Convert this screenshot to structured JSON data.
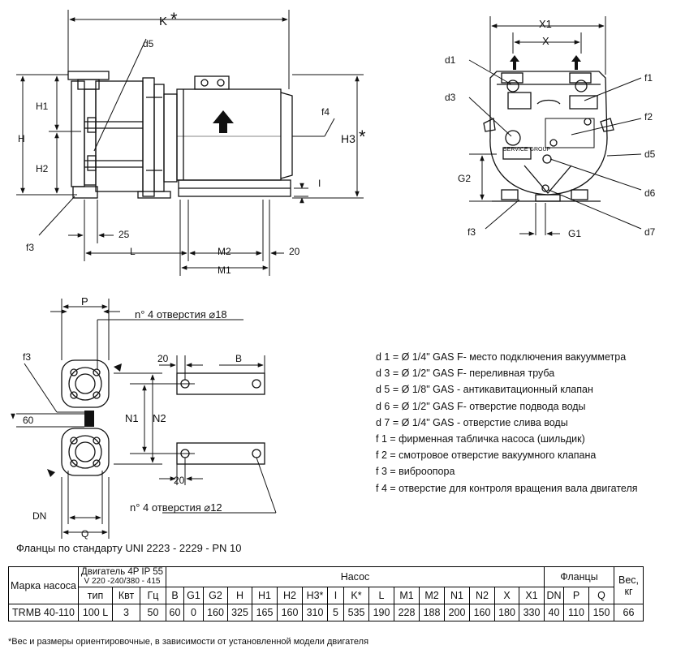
{
  "labels": {
    "K": "K",
    "asterisk": "*",
    "d5": "d5",
    "H1": "H1",
    "H": "H",
    "H2": "H2",
    "H3": "H3",
    "f4": "f4",
    "I": "I",
    "f3": "f3",
    "n25": "25",
    "L": "L",
    "M2": "M2",
    "M1": "M1",
    "n20": "20",
    "X1": "X1",
    "X": "X",
    "d1": "d1",
    "d3": "d3",
    "f1": "f1",
    "f2": "f2",
    "d6": "d6",
    "G2": "G2",
    "G1": "G1",
    "d7": "d7",
    "plate_text": "SERVICE GROUP",
    "P": "P",
    "holes_large": "n° 4  отверстия  ⌀18",
    "f3b": "f3",
    "n60": "60",
    "N1": "N1",
    "N2": "N2",
    "B": "B",
    "n20a": "20",
    "n20b": "20",
    "DN": "DN",
    "Q": "Q",
    "holes_small": "n° 4  отверстия  ⌀12"
  },
  "legend": [
    "d 1 = Ø 1/4\" GAS F- место подключения вакуумметра",
    "d 3 = Ø 1/2\" GAS F- переливная труба",
    "d 5 = Ø 1/8\" GAS - антикавитационный клапан",
    "d 6 = Ø 1/2\" GAS F- отверстие подвода воды",
    "d 7 = Ø 1/4\" GAS - отверстие слива воды",
    "f 1 = фирменная табличка насоса (шильдик)",
    "f 2 = смотровое отверстие вакуумного клапана",
    "f 3 = виброопора",
    "f 4 = отверстие для контроля вращения вала двигателя"
  ],
  "flange_note": "Фланцы по стандарту UNI 2223 - 2229 - PN 10",
  "table": {
    "brand_header": "Марка насоса",
    "motor_header": "Двигатель 4P IP 55",
    "motor_voltage": "V 220 -240/380 - 415",
    "pump_header": "Насос",
    "flanges_header": "Фланцы",
    "weight_header": "Вес, кг",
    "sub_headers": [
      "тип",
      "Квт",
      "Гц",
      "B",
      "G1",
      "G2",
      "H",
      "H1",
      "H2",
      "H3*",
      "I",
      "K*",
      "L",
      "M1",
      "M2",
      "N1",
      "N2",
      "X",
      "X1",
      "DN",
      "P",
      "Q"
    ],
    "row": [
      "TRMB 40-110",
      "100 L",
      "3",
      "50",
      "60",
      "0",
      "160",
      "325",
      "165",
      "160",
      "310",
      "5",
      "535",
      "190",
      "228",
      "188",
      "200",
      "160",
      "180",
      "330",
      "40",
      "110",
      "150",
      "66"
    ]
  },
  "footnote": "*Вес и размеры ориентировочные,  в зависимости от установленной модели двигателя"
}
